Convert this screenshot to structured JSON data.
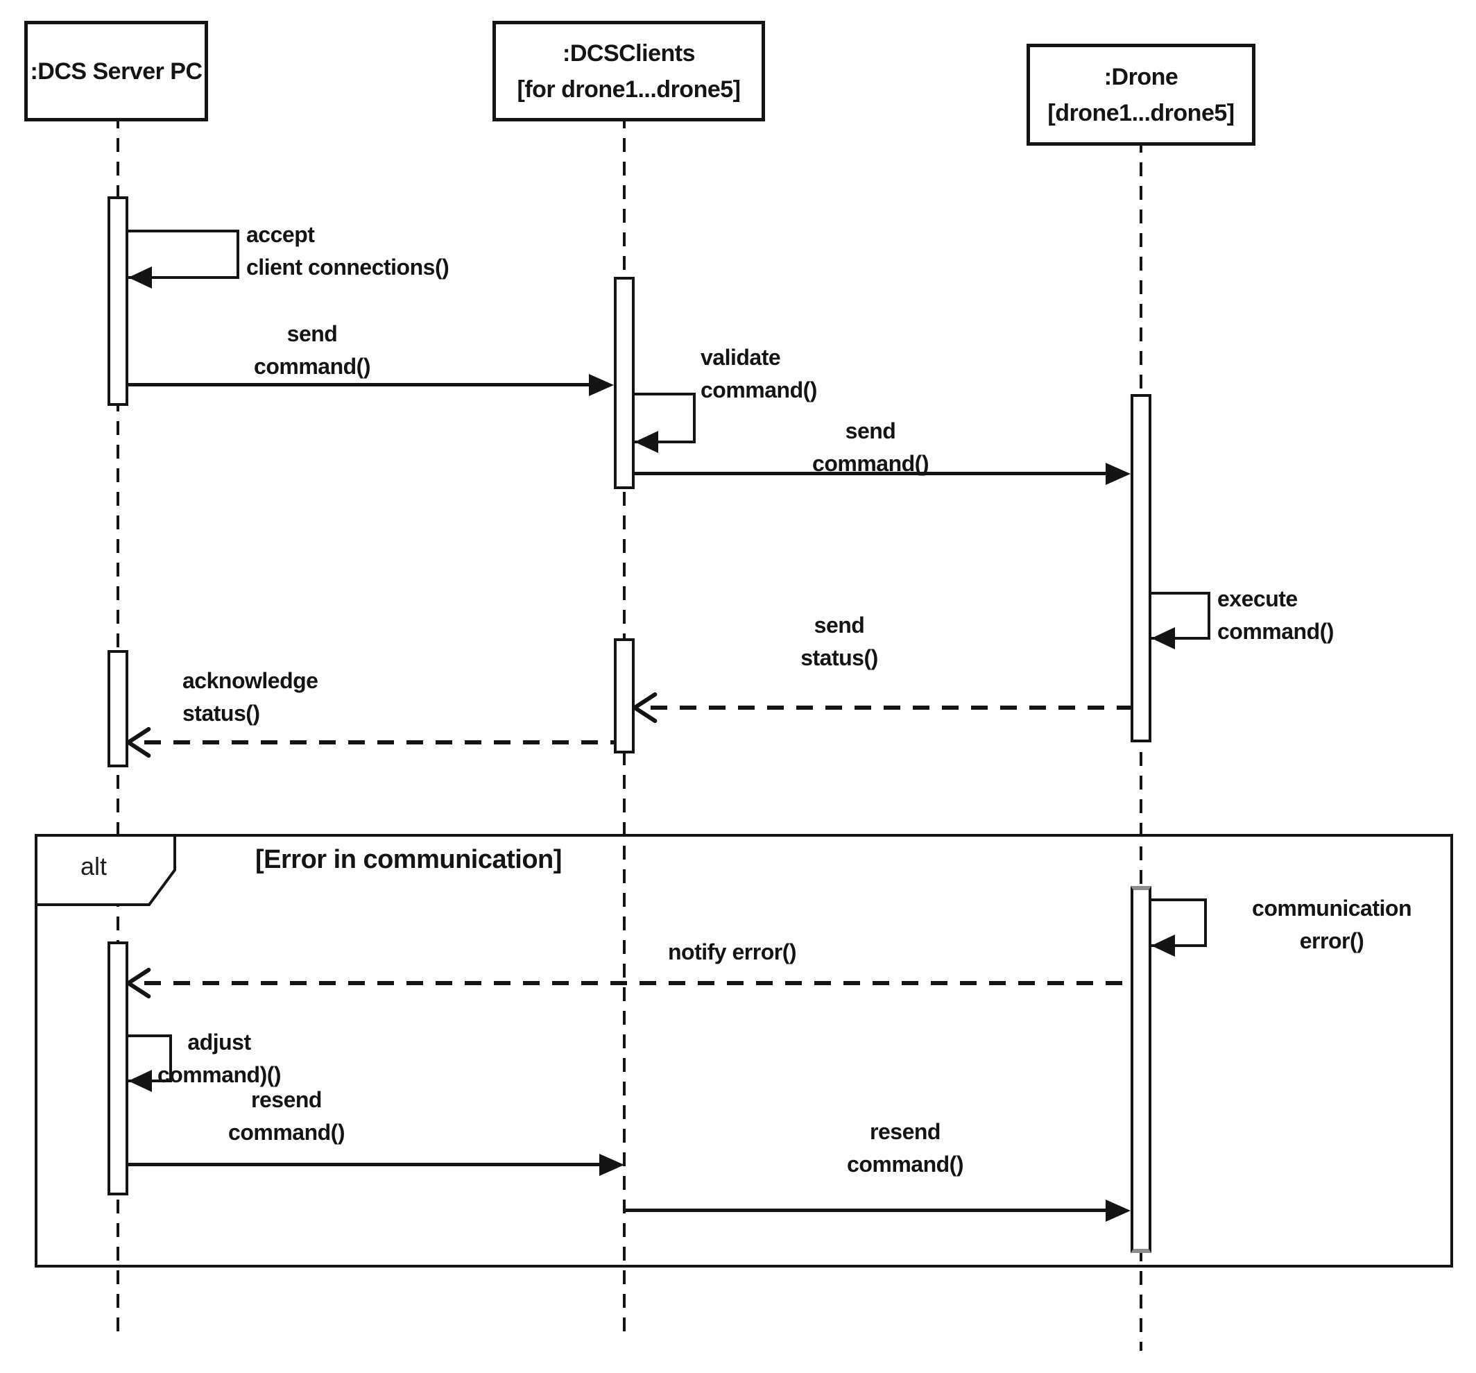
{
  "colors": {
    "stroke": "#141414",
    "background": "#ffffff",
    "activation_fill": "#ffffff",
    "activation_end_cap_gray": "#8d8d8d"
  },
  "lifelines": {
    "server": {
      "title": ":DCS Server PC"
    },
    "clients": {
      "title": ":DCSClients",
      "instances": "[for drone1...drone5]"
    },
    "drone": {
      "title": ":Drone",
      "instances": "[drone1...drone5]"
    }
  },
  "fragment": {
    "operator": "alt",
    "guard": "[Error in communication]"
  },
  "messages": {
    "accept_client_connections": {
      "line1": "accept",
      "line2": "client connections()",
      "kind": "self"
    },
    "send_command_1": {
      "line1": "send",
      "line2": "command()",
      "kind": "sync"
    },
    "validate_command": {
      "line1": "validate",
      "line2": "command()",
      "kind": "self"
    },
    "send_command_2": {
      "line1": "send",
      "line2": "command()",
      "kind": "sync"
    },
    "execute_command": {
      "line1": "execute",
      "line2": "command()",
      "kind": "self"
    },
    "send_status": {
      "line1": "send",
      "line2": "status()",
      "kind": "return"
    },
    "acknowledge_status": {
      "line1": "acknowledge",
      "line2": "status()",
      "kind": "return"
    },
    "communication_error": {
      "line1": "communication",
      "line2": "error()",
      "kind": "self"
    },
    "notify_error": {
      "line1": "notify error()",
      "kind": "return"
    },
    "adjust_command": {
      "line1": "adjust",
      "line2": "command)()",
      "kind": "self"
    },
    "resend_command_1": {
      "line1": "resend",
      "line2": "command()",
      "kind": "sync"
    },
    "resend_command_2": {
      "line1": "resend",
      "line2": "command()",
      "kind": "sync"
    }
  }
}
